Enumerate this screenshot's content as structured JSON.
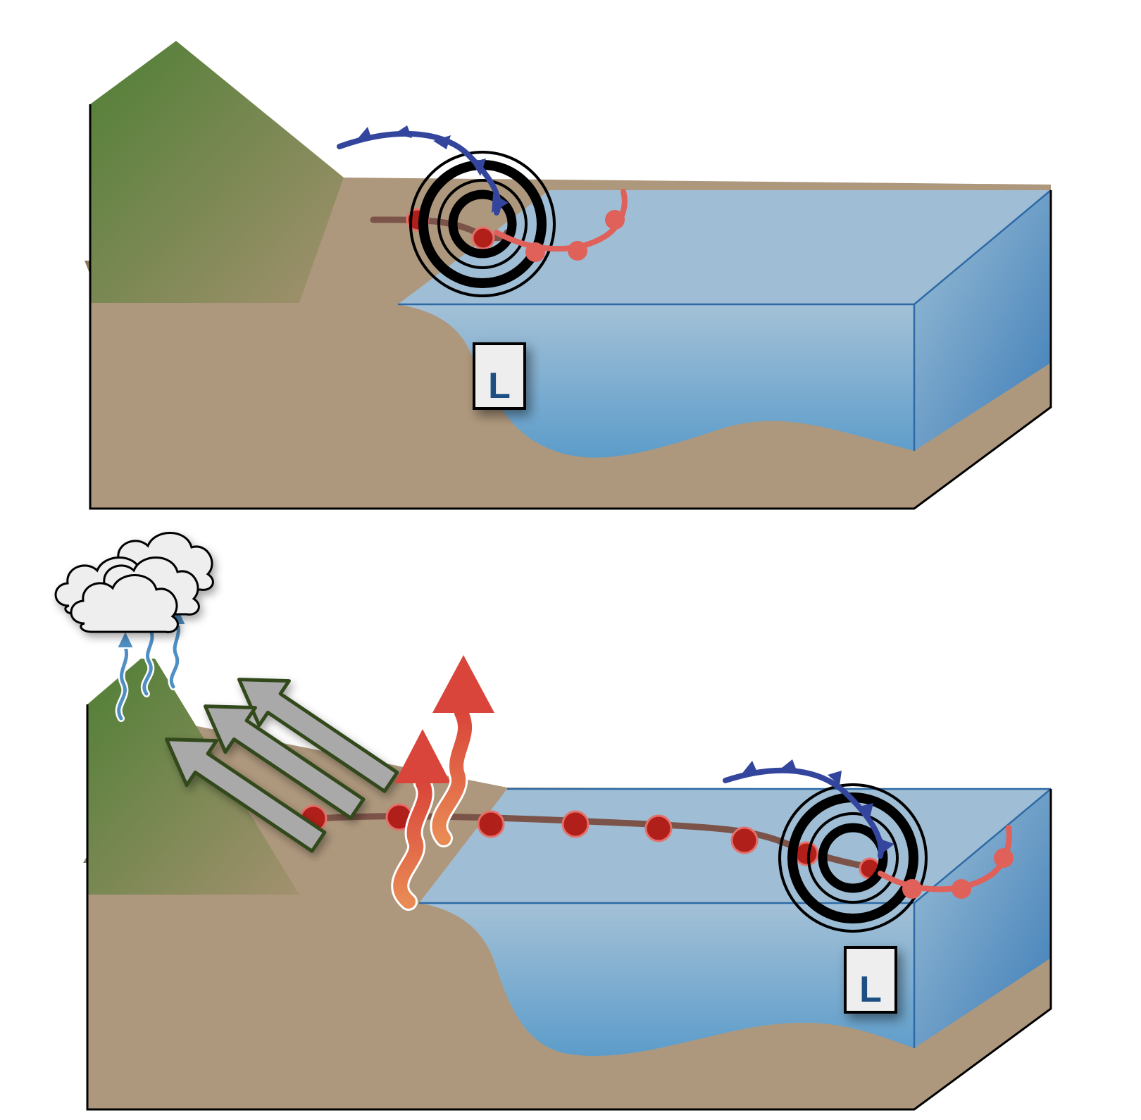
{
  "panels": [
    {
      "id": "top",
      "low_label": "L",
      "features": [
        "mountain",
        "land",
        "ocean-block",
        "cyclone-rings",
        "cold-front",
        "warm-front",
        "storm-track"
      ]
    },
    {
      "id": "bottom",
      "low_label": "L",
      "features": [
        "mountain",
        "land",
        "ocean-block",
        "cyclone-rings",
        "cold-front",
        "warm-front",
        "storm-track",
        "clouds",
        "moisture-arrows",
        "flow-arrows",
        "heat-arrows"
      ]
    }
  ],
  "colors": {
    "mountain_dark": "#4f7f35",
    "mountain_light": "#9a8f6a",
    "land": "#ae987d",
    "ocean_top": "#9fbdd4",
    "ocean_front": "#6fa8cf",
    "ocean_side": "#4a87bd",
    "cold_front": "#33459c",
    "warm_front": "#e0605a",
    "storm_track": "#7b5348",
    "track_dot": "#b11f1a",
    "heat_arrow": "#d9483a",
    "flow_arrow_fill": "#a9a9a9",
    "flow_arrow_stroke": "#33491f",
    "moisture": "#4f8fc4",
    "cloud": "#eeeeee"
  }
}
